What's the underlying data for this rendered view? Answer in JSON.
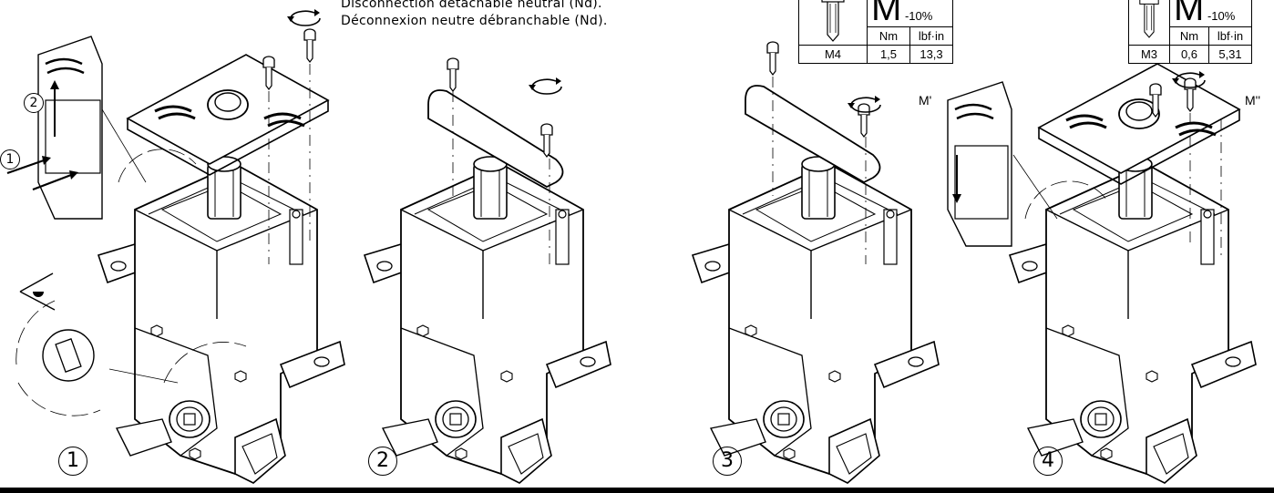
{
  "caption": {
    "line1": "Disconnection detachable neutral (Nd).",
    "line2": "Déconnexion neutre débranchable (Nd)."
  },
  "torque_table_1": {
    "symbol": "M",
    "tolerance": "-10%",
    "unit_nm": "Nm",
    "unit_lbf": "lbf·in",
    "size": "M4",
    "value_nm": "1,5",
    "value_lbf": "13,3"
  },
  "torque_table_2": {
    "symbol": "M",
    "tolerance": "-10%",
    "unit_nm": "Nm",
    "unit_lbf": "lbf·in",
    "size": "M3",
    "value_nm": "0,6",
    "value_lbf": "5,31"
  },
  "labels": {
    "m_prime": "M'",
    "m_double_prime": "M''"
  },
  "steps": [
    "1",
    "2",
    "3",
    "4"
  ],
  "sub_steps": [
    "1",
    "2"
  ]
}
